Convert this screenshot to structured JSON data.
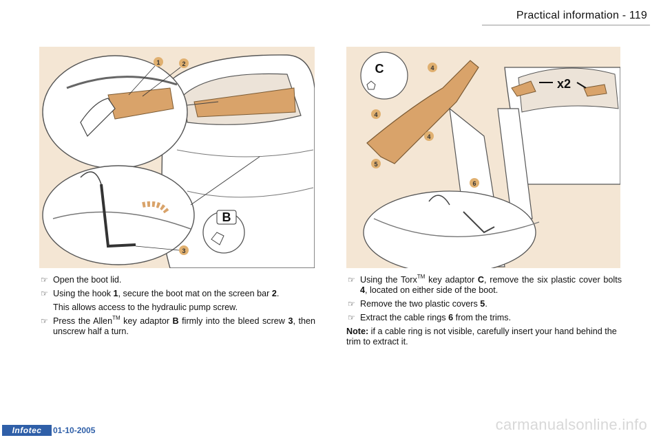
{
  "header": {
    "title": "Practical information - 119"
  },
  "figures": {
    "left": {
      "callouts": [
        "1",
        "2",
        "3"
      ],
      "tool_label": "B"
    },
    "right": {
      "callouts": [
        "4",
        "4",
        "4",
        "5",
        "6"
      ],
      "tool_label": "C",
      "multiplier": "x2"
    }
  },
  "left_column": {
    "item1": "Open the boot lid.",
    "item2": {
      "pre": "Using the hook ",
      "ref1": "1",
      "mid": ", secure the boot mat on the screen bar ",
      "ref2": "2",
      "post": "."
    },
    "plain": "This allows access to the hydraulic pump screw.",
    "item3": {
      "pre": "Press the Allen",
      "tm": "TM",
      "mid": " key adaptor ",
      "ref1": "B",
      "mid2": " firmly into the bleed screw ",
      "ref2": "3",
      "post": ", then unscrew half a turn."
    }
  },
  "right_column": {
    "item1": {
      "pre": "Using the Torx",
      "tm": "TM",
      "mid": " key adaptor ",
      "ref1": "C",
      "mid2": ", remove the six plastic cover bolts ",
      "ref2": "4",
      "post": ", located on either side of the boot."
    },
    "item2": {
      "pre": "Remove the two plastic covers ",
      "ref1": "5",
      "post": "."
    },
    "item3": {
      "pre": "Extract the cable rings ",
      "ref1": "6",
      "post": " from the trims."
    },
    "note": {
      "label": "Note:",
      "text": " if a cable ring is not visible, carefully insert your hand behind the trim to extract it."
    }
  },
  "footer": {
    "badge": "Infotec",
    "date": "01-10-2005",
    "watermark": "carmanualsonline.info"
  },
  "icons": {
    "bullet": "pointing-hand-icon"
  },
  "colors": {
    "figure_bg": "#f4e6d4",
    "callout": "#e0b070",
    "part_fill": "#d9a36a",
    "badge": "#2f5fa8"
  }
}
